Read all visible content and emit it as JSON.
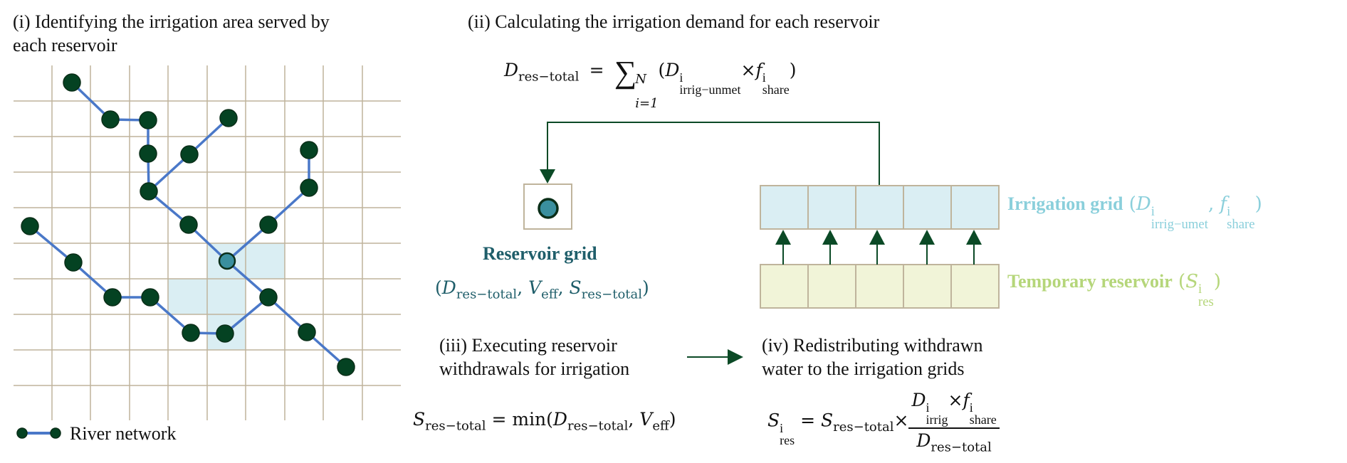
{
  "panels": {
    "i": {
      "title_line1": "(i) Identifying the irrigation area served by",
      "title_line2": "each reservoir",
      "legend_label": "River network"
    },
    "ii": {
      "title": "(ii) Calculating the irrigation demand for each reservoir",
      "equation": {
        "lhs": "D",
        "lhs_sub": "res−total",
        "equals": "=",
        "sigma": "∑",
        "sigma_upper": "N",
        "sigma_lower": "i=1",
        "open": "(",
        "term1": "D",
        "term1_sup": "i",
        "term1_sub": "irrig−unmet",
        "times": "×",
        "term2": "f",
        "term2_sup": "i",
        "term2_sub": "share",
        "close": ")"
      },
      "reservoir_grid": {
        "label": "Reservoir grid",
        "vars_open": "(",
        "v1": "D",
        "v1_sub": "res−total",
        "comma1": ", ",
        "v2": "V",
        "v2_sub": "eff",
        "comma2": ", ",
        "v3": "S",
        "v3_sub": "res−total",
        "vars_close": ")"
      },
      "irrigation_grid": {
        "label": "Irrigation grid",
        "open": " (",
        "v1": "D",
        "v1_sup": "i",
        "v1_sub": "irrig−umet",
        "comma": ", ",
        "v2": "f",
        "v2_sup": "i",
        "v2_sub": "share",
        "close": ")",
        "cell_count": 5
      },
      "temporary_reservoir": {
        "label": "Temporary reservoir",
        "open": " (",
        "v1": "S",
        "v1_sup": "i",
        "v1_sub": "res",
        "close": ")",
        "cell_count": 5
      }
    },
    "iii": {
      "title_line1": "(iii) Executing reservoir",
      "title_line2": "withdrawals for irrigation",
      "equation": {
        "lhs": "S",
        "lhs_sub": "res−total",
        "equals": " = ",
        "fn": "min(",
        "a1": "D",
        "a1_sub": "res−total",
        "comma": ", ",
        "a2": "V",
        "a2_sub": "eff",
        "close": ")"
      }
    },
    "iv": {
      "title_line1": "(iv) Redistributing withdrawn",
      "title_line2": "water to the irrigation grids",
      "equation": {
        "lhs": "S",
        "lhs_sup": "i",
        "lhs_sub": "res",
        "equals": " = ",
        "s": "S",
        "s_sub": "res−total",
        "times": "×",
        "num1": "D",
        "num1_sup": "i",
        "num1_sub": "irrig",
        "num_times": "×",
        "num2": "f",
        "num2_sup": "i",
        "num2_sub": "share",
        "den": "D",
        "den_sub": "res−total"
      }
    }
  },
  "colors": {
    "node_fill": "#044222",
    "reservoir_node_fill": "#3A8F9E",
    "river_edge": "#4A78C8",
    "grid_line": "#BFB49C",
    "highlight_cell": "#DAEEF3",
    "irrigation_fill": "#DAEEF3",
    "temporary_fill": "#F1F4D8",
    "arrow": "#0B4A26",
    "reservoir_label": "#1F5E6A",
    "irrigation_label": "#8ACFDB",
    "temporary_label": "#B5D67A"
  },
  "icons": {
    "reservoir": "reservoir-node-icon",
    "river_node": "river-node-icon",
    "arrow": "arrow-icon"
  }
}
